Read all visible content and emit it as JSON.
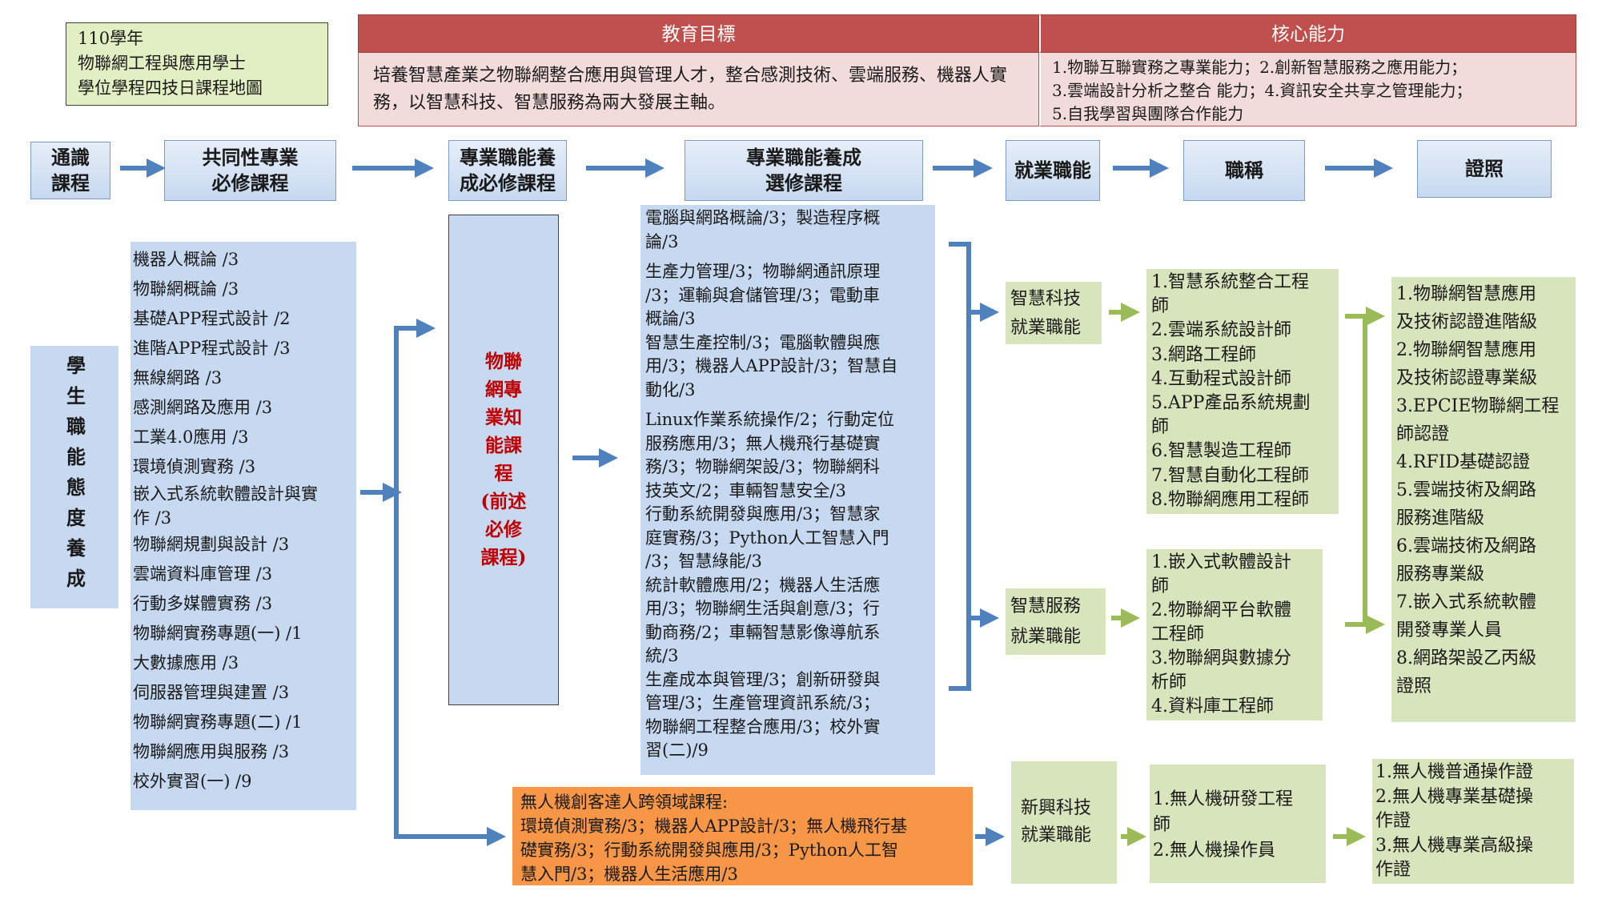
{
  "title": {
    "line1": "110學年",
    "line2": "物聯網工程與應用學士",
    "line3": "學位學程四技日課程地圖"
  },
  "goals": {
    "header": "教育目標",
    "text": "培養智慧產業之物聯網整合應用與管理人才，整合感測技術、雲端服務、機器人實務，以智慧科技、智慧服務為兩大發展主軸。"
  },
  "core": {
    "header": "核心能力",
    "lines": [
      "1.物聯互聯實務之專業能力；2.創新智慧服務之應用能力；",
      "3.雲端設計分析之整合 能力；4.資訊安全共享之管理能力；",
      "5.自我學習與團隊合作能力"
    ]
  },
  "flow_headers": [
    "通識\n課程",
    "共同性專業\n必修課程",
    "專業職能養\n成必修課程",
    "專業職能養成\n選修課程",
    "就業職能",
    "職稱",
    "證照"
  ],
  "attitude": "學生職能態度養成",
  "common_required": [
    "機器人概論 /3",
    "物聯網概論 /3",
    "基礎APP程式設計 /2",
    "進階APP程式設計 /3",
    "無線網路 /3",
    "感測網路及應用 /3",
    "工業4.0應用 /3",
    "環境偵測實務 /3",
    "嵌入式系統軟體設計與實",
    "作 /3",
    "物聯網規劃與設計 /3",
    "雲端資料庫管理 /3",
    "行動多媒體實務 /3",
    "物聯網實務專題(一) /1",
    "大數據應用 /3",
    "伺服器管理與建置 /3",
    "物聯網實務專題(二) /1",
    "物聯網應用與服務 /3",
    "校外實習(一) /9"
  ],
  "professional_required": {
    "title_chars": [
      "物聯",
      "網專",
      "業知",
      "能課",
      "程"
    ],
    "note_chars": [
      "(前述",
      "必修",
      "課程)"
    ]
  },
  "electives": [
    [
      "電腦與網路概論/3；製造程序概",
      "論/3"
    ],
    [
      "生產力管理/3；物聯網通訊原理",
      "/3；運輸與倉儲管理/3；電動車",
      "概論/3",
      "智慧生產控制/3；電腦軟體與應",
      "用/3；機器人APP設計/3；智慧自",
      "動化/3"
    ],
    [
      "Linux作業系統操作/2；行動定位",
      "服務應用/3；無人機飛行基礎實",
      "務/3；物聯網架設/3；物聯網科",
      "技英文/2；車輛智慧安全/3",
      "行動系統開發與應用/3；智慧家",
      "庭實務/3；Python人工智慧入門",
      "/3；智慧綠能/3",
      "統計軟體應用/2；機器人生活應",
      "用/3；物聯網生活與創意/3；行",
      "動商務/2；車輛智慧影像導航系",
      "統/3",
      "生產成本與管理/3；創新研發與",
      "管理/3；生產管理資訊系統/3；",
      "物聯網工程整合應用/3；校外實",
      "習(二)/9"
    ]
  ],
  "jobs": {
    "tech": [
      "智慧科技",
      "就業職能"
    ],
    "service": [
      "智慧服務",
      "就業職能"
    ],
    "emerging": [
      "新興科技",
      "就業職能"
    ]
  },
  "titles": {
    "tech": [
      "1.智慧系統整合工程",
      "師",
      "2.雲端系統設計師",
      "3.網路工程師",
      "4.互動程式設計師",
      "5.APP產品系統規劃",
      "師",
      "6.智慧製造工程師",
      "7.智慧自動化工程師",
      "8.物聯網應用工程師"
    ],
    "service": [
      "1.嵌入式軟體設計",
      "師",
      "2.物聯網平台軟體",
      "工程師",
      "3.物聯網與數據分",
      "析師",
      "4.資料庫工程師"
    ],
    "drone": [
      "1.無人機研發工程",
      "師",
      "2.無人機操作員"
    ]
  },
  "certs": {
    "main": [
      "1.物聯網智慧應用",
      "及技術認證進階級",
      "2.物聯網智慧應用",
      "及技術認證專業級",
      "3.EPCIE物聯網工程",
      "師認證",
      "4.RFID基礎認證",
      "5.雲端技術及網路",
      "服務進階級",
      "6.雲端技術及網路",
      "服務專業級",
      "7.嵌入式系統軟體",
      "開發專業人員",
      "8.網路架設乙丙級",
      "證照"
    ],
    "drone": [
      "1.無人機普通操作證",
      "2.無人機專業基礎操",
      "作證",
      "3.無人機專業高級操",
      "作證"
    ]
  },
  "drone_course": [
    "無人機創客達人跨領域課程:",
    "環境偵測實務/3；機器人APP設計/3；無人機飛行基",
    "礎實務/3；行動系統開發與應用/3；Python人工智",
    "慧入門/3；機器人生活應用/3"
  ],
  "colors": {
    "header_red": "#c0504d",
    "header_blue": "#c6d9f0",
    "green": "#d7e4bc",
    "orange": "#f79646",
    "arrow_blue": "#4f81bd",
    "arrow_green": "#9bbb59",
    "required_red": "#c00000"
  }
}
